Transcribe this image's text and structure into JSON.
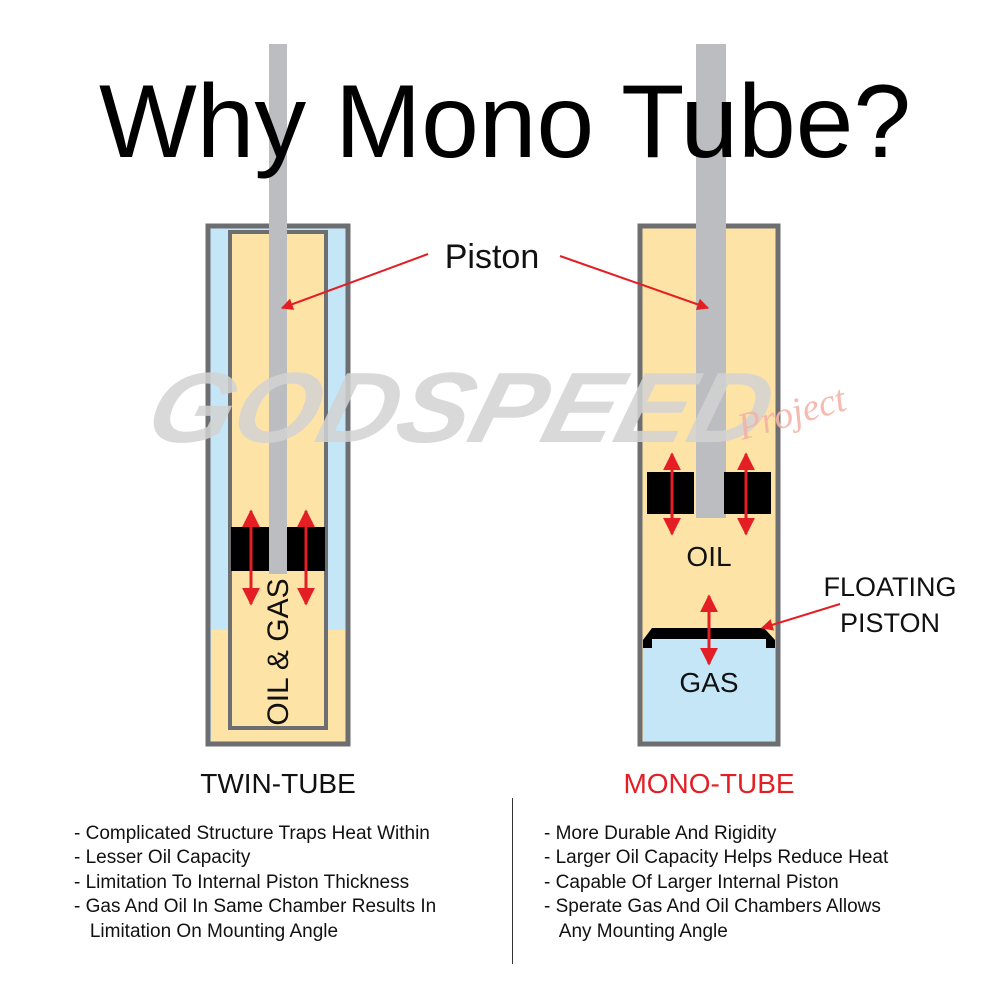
{
  "title": "Why Mono Tube?",
  "watermark": {
    "brand": "GODSPEED",
    "sub": "Project"
  },
  "labels": {
    "piston": "Piston",
    "twin_fluid": "OIL & GAS",
    "mono_oil": "OIL",
    "mono_gas": "GAS",
    "floating_piston_line1": "FLOATING",
    "floating_piston_line2": "PISTON"
  },
  "twin_tube": {
    "heading": "TWIN-TUBE",
    "points": [
      "- Complicated Structure Traps Heat Within",
      "- Lesser Oil Capacity",
      "- Limitation To Internal Piston Thickness",
      "- Gas And Oil In Same Chamber Results In",
      "   Limitation On Mounting Angle"
    ]
  },
  "mono_tube": {
    "heading": "MONO-TUBE",
    "points": [
      "- More Durable And Rigidity",
      "- Larger Oil Capacity Helps Reduce Heat",
      "- Capable Of Larger Internal Piston",
      "- Sperate Gas And Oil Chambers Allows",
      "   Any Mounting Angle"
    ]
  },
  "colors": {
    "oil": "#fde3a6",
    "gas": "#c5e6f6",
    "tube_wall": "#6d6e71",
    "rod": "#bcbdc0",
    "arrow": "#e31e24",
    "mono_heading": "#e31e24",
    "watermark": "#d3d3d3",
    "watermark_sub": "#f4b3a8"
  }
}
